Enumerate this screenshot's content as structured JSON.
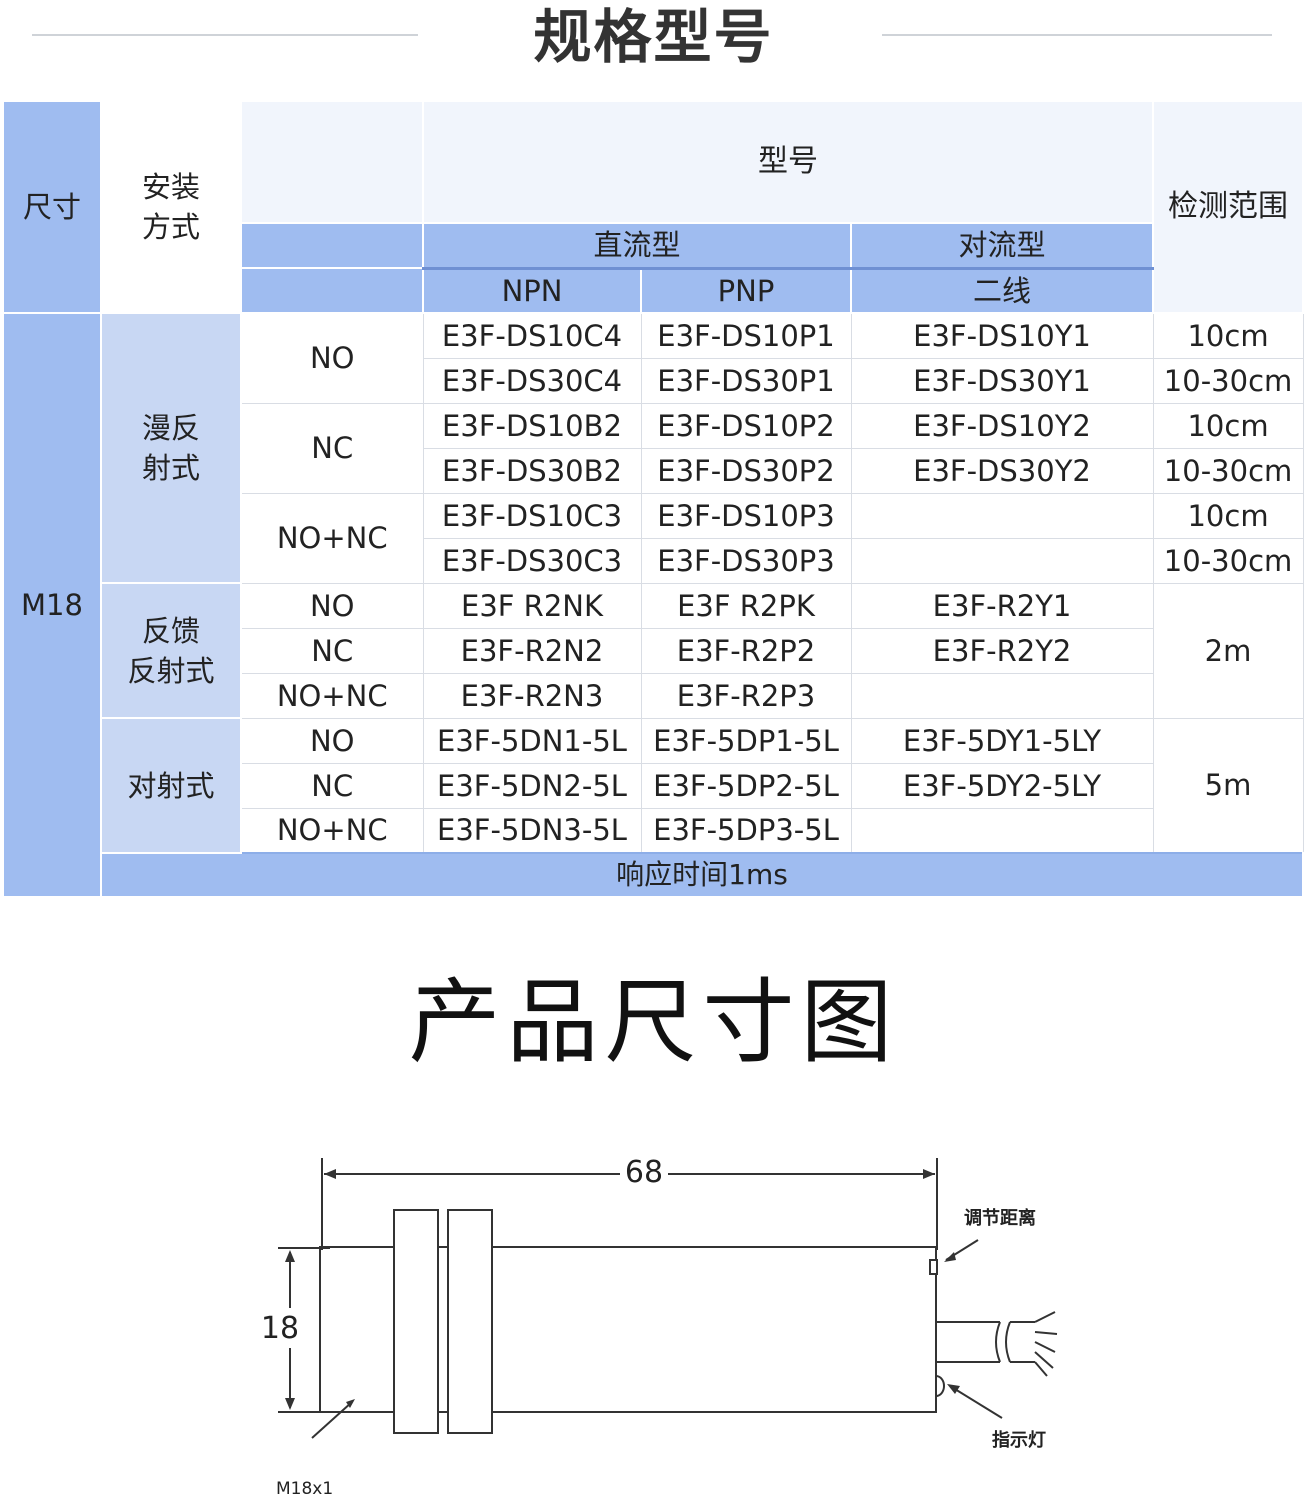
{
  "spec": {
    "title": "规格型号",
    "headers": {
      "size": "尺寸",
      "mount": "安装方式",
      "model": "型号",
      "dc": "直流型",
      "ac": "对流型",
      "npn": "NPN",
      "pnp": "PNP",
      "two_wire": "二线",
      "range": "检测范围"
    },
    "size_value": "M18",
    "groups": [
      {
        "mount": "漫反射式",
        "rows": [
          {
            "output": "NO",
            "npn": "E3F-DS10C4",
            "pnp": "E3F-DS10P1",
            "two_wire": "E3F-DS10Y1",
            "range": "10cm"
          },
          {
            "output": "",
            "npn": "E3F-DS30C4",
            "pnp": "E3F-DS30P1",
            "two_wire": "E3F-DS30Y1",
            "range": "10-30cm"
          },
          {
            "output": "NC",
            "npn": "E3F-DS10B2",
            "pnp": "E3F-DS10P2",
            "two_wire": "E3F-DS10Y2",
            "range": "10cm"
          },
          {
            "output": "",
            "npn": "E3F-DS30B2",
            "pnp": "E3F-DS30P2",
            "two_wire": "E3F-DS30Y2",
            "range": "10-30cm"
          },
          {
            "output": "NO+NC",
            "npn": "E3F-DS10C3",
            "pnp": "E3F-DS10P3",
            "two_wire": "",
            "range": "10cm"
          },
          {
            "output": "",
            "npn": "E3F-DS30C3",
            "pnp": "E3F-DS30P3",
            "two_wire": "",
            "range": "10-30cm"
          }
        ]
      },
      {
        "mount": "反馈反射式",
        "range": "2m",
        "rows": [
          {
            "output": "NO",
            "npn": "E3F R2NK",
            "pnp": "E3F R2PK",
            "two_wire": "E3F-R2Y1"
          },
          {
            "output": "NC",
            "npn": "E3F-R2N2",
            "pnp": "E3F-R2P2",
            "two_wire": "E3F-R2Y2"
          },
          {
            "output": "NO+NC",
            "npn": "E3F-R2N3",
            "pnp": "E3F-R2P3",
            "two_wire": ""
          }
        ]
      },
      {
        "mount": "对射式",
        "range": "5m",
        "rows": [
          {
            "output": "NO",
            "npn": "E3F-5DN1-5L",
            "pnp": "E3F-5DP1-5L",
            "two_wire": "E3F-5DY1-5LY"
          },
          {
            "output": "NC",
            "npn": "E3F-5DN2-5L",
            "pnp": "E3F-5DP2-5L",
            "two_wire": "E3F-5DY2-5LY"
          },
          {
            "output": "NO+NC",
            "npn": "E3F-5DN3-5L",
            "pnp": "E3F-5DP3-5L",
            "two_wire": ""
          }
        ]
      }
    ],
    "footer": "响应时间1ms"
  },
  "dimensions": {
    "title": "产品尺寸图",
    "length": "68",
    "diameter": "18",
    "thread": "M18x1",
    "adjust_label": "调节距离",
    "indicator_label": "指示灯"
  },
  "colors": {
    "header_blue": "#9fbcf0",
    "mount_blue": "#c8d7f3",
    "header_light": "#f1f5fc"
  }
}
